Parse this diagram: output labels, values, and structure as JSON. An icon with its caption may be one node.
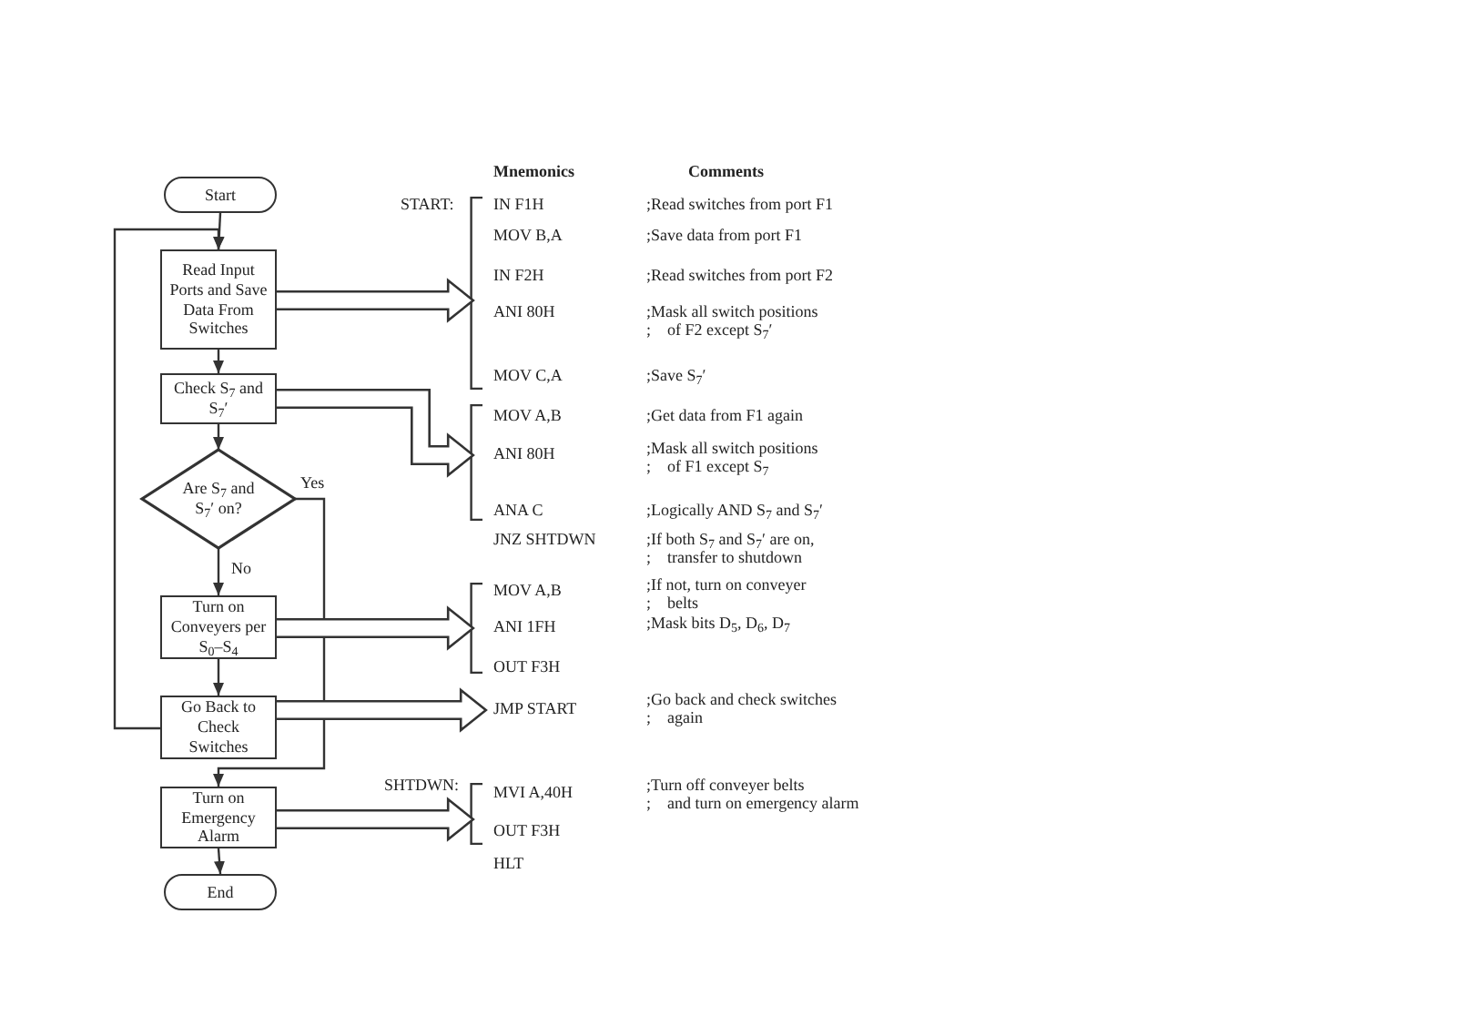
{
  "diagram": {
    "nodes": [
      {
        "text": [
          "Start"
        ]
      },
      {
        "text": [
          "Read Input Ports and Save Data From Switches"
        ]
      },
      {
        "text": [
          "Check S$_{7}$ and S$_{7}$′"
        ]
      },
      {
        "text": [
          "Are S$_{7}$ and S$_{7}$′ on?"
        ]
      },
      {
        "text": [
          "Turn on Conveyers per S$_{0}$–S$_{4}$"
        ]
      },
      {
        "text": [
          "Go Back to Check Switches"
        ]
      },
      {
        "text": [
          "Turn on Emergency Alarm"
        ]
      },
      {
        "text": [
          "End"
        ]
      },
      {
        "text": [
          "IN F1H",
          "MOV B,A",
          "IN F2H",
          "ANI 80H",
          "MOV C,A"
        ],
        "beside": [
          "START:"
        ]
      },
      {
        "text": [
          "MOV A,B",
          "ANI 80H",
          "ANA C"
        ]
      },
      {
        "text": [
          "MOV A,B",
          "ANI 1FH",
          "OUT F3H"
        ]
      },
      {
        "text": [
          "JMP START"
        ]
      },
      {
        "text": [
          "MVI A,40H",
          "OUT F3H"
        ],
        "beside": [
          "SHTDWN:"
        ]
      }
    ],
    "edges": [
      {
        "from": 0,
        "to": 1,
        "arrow": "to"
      },
      {
        "from": 1,
        "to": 2,
        "arrow": "to"
      },
      {
        "from": 2,
        "to": 3,
        "arrow": "to"
      },
      {
        "from": 3,
        "to": 4,
        "arrow": "to",
        "label": "No"
      },
      {
        "from": 4,
        "to": 5,
        "arrow": "to"
      },
      {
        "from": 5,
        "to": 1,
        "arrow": "to"
      },
      {
        "from": 3,
        "to": 6,
        "arrow": "to",
        "label": "Yes"
      },
      {
        "from": 6,
        "to": 7,
        "arrow": "to"
      },
      {
        "from": 1,
        "to": 8,
        "arrow": "to",
        "style": "thick"
      },
      {
        "from": 2,
        "to": 9,
        "arrow": "to",
        "style": "thick"
      },
      {
        "from": 4,
        "to": 10,
        "arrow": "to",
        "style": "thick"
      },
      {
        "from": 5,
        "to": 11,
        "arrow": "to",
        "style": "thick"
      },
      {
        "from": 6,
        "to": 12,
        "arrow": "to",
        "style": "thick"
      }
    ],
    "labels": [
      "Mnemonics",
      "Comments",
      ";Read switches from port F1",
      ";Save data from port F1",
      ";Read switches from port F2",
      ";Mask all switch positions ; of F2 except S$_{7}$′",
      ";Save S$_{7}$′",
      ";Get data from F1 again",
      ";Mask all switch positions ; of F1 except S$_{7}$",
      ";Logically AND S$_{7}$ and S$_{7}$′",
      "JNZ SHTDWN",
      ";If both S$_{7}$ and S$_{7}$′ are on, ; transfer to shutdown",
      ";If not, turn on conveyer ; belts",
      ";Mask bits D$_{5}$, D$_{6}$, D$_{7}$",
      ";Go back and check switches ; again",
      ";Turn off conveyer belts ; and turn on emergency alarm",
      "HLT"
    ]
  }
}
